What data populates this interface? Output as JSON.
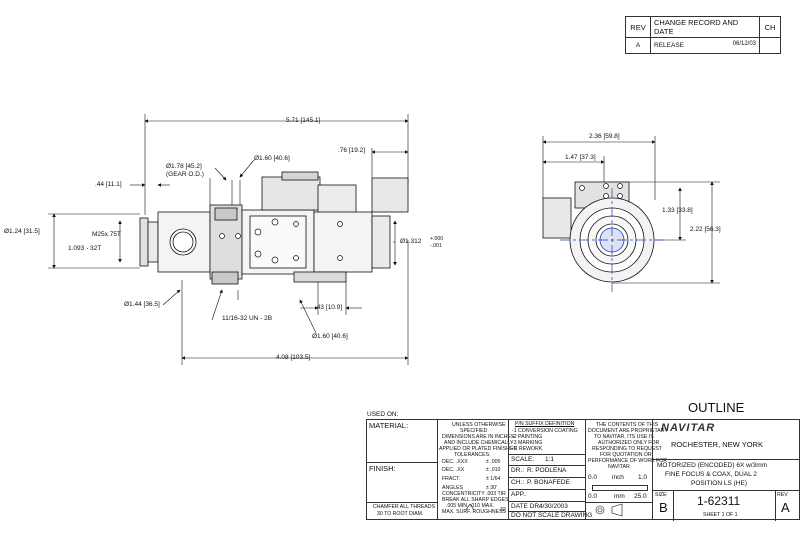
{
  "revision_table": {
    "headers": [
      "REV",
      "CHANGE RECORD AND DATE",
      "CH"
    ],
    "rows": [
      {
        "rev": "A",
        "change": "RELEASE",
        "date": "06/12/03",
        "ch": ""
      }
    ]
  },
  "dimensions": {
    "overall_length": "5.71 [145.1]",
    "gear_od_dia": "Ø1.78 [45.2]",
    "gear_od_label": "(GEAR O.D.)",
    "top_dia": "Ø1.60 [40.6]",
    "dim_076": ".76 [19.2]",
    "dim_044": ".44 [11.1]",
    "left_dia": "Ø1.24 [31.5]",
    "thread_m25": "M25x.75T",
    "thread_1093": "1.093 - 32T",
    "right_dia": "Ø1.312",
    "right_tol_plus": "+.000",
    "right_tol_minus": "-.001",
    "dim_143": "Ø1.44 [36.5]",
    "thread_11_16": "11/16-32 UN - 2B",
    "dim_043": ".43 [10.9]",
    "bottom_dia": "Ø1.60 [40.6]",
    "bottom_length": "4.08 [103.5]",
    "end_width": "2.36 [59.8]",
    "end_147": "1.47 [37.3]",
    "end_133": "1.33 [33.8]",
    "end_222": "2.22 [56.3]"
  },
  "title_block": {
    "used_on": "USED ON:",
    "material": "MATERIAL:",
    "finish": "FINISH:",
    "unless": [
      "UNLESS OTHERWISE",
      "SPECIFIED",
      "DIMENSIONS ARE IN INCHES",
      "AND INCLUDE CHEMICALLY",
      "APPLIED OR PLATED FINISHES"
    ],
    "tolerances": "TOLERANCES:",
    "tol_rows": [
      {
        "k": "DEC. .XXX",
        "v": "± .005"
      },
      {
        "k": "DEC. .XX",
        "v": "± .010"
      },
      {
        "k": "FRACT.",
        "v": "± 1/64"
      },
      {
        "k": "ANGLES",
        "v": "± 30'"
      }
    ],
    "concentricity": "CONCENTRICITY  .003 TIR",
    "break_edges": "BREAK ALL SHARP EDGES",
    "break_edges_val": ".005 MIN. .010 MAX.",
    "max_surf": "MAX. SURF. ROUGHNESS",
    "max_surf_val": "32",
    "chamfer": "CHAMFER ALL THREADS",
    "chamfer_val": "30  TO ROOT DIAM.",
    "pn_suffix": "P/N SUFFIX DEFINITION",
    "pn_items": [
      "-1 CONVERSION COATING",
      "-2 PAINTING",
      "-3 MARKING",
      "-R REWORK"
    ],
    "scale_label": "SCALE:",
    "scale_val": "1:1",
    "dr_label": "DR.:",
    "dr_val": "R. PODLENA",
    "ch_label": "CH.:",
    "ch_val": "P. BONAFEDE",
    "app_label": "APP.:",
    "date_label": "DATE DR.:",
    "date_val": "4/30/2003",
    "no_scale": "DO NOT SCALE DRAWING",
    "proprietary": [
      "THE CONTENTS OF THIS",
      "DOCUMENT ARE PROPRIETARY",
      "TO NAVITAR, ITS USE IS",
      "AUTHORIZED ONLY FOR",
      "RESPONDING TO REQUEST",
      "FOR QUOTATION OR",
      "PERFORMANCE OF WORK FOR",
      "NAVITAR"
    ],
    "inch_scale": {
      "a": "0.0",
      "b": "inch",
      "c": "1.0"
    },
    "mm_scale": {
      "a": "0.0",
      "b": "mm",
      "c": "25.0"
    },
    "drawing_title": "OUTLINE",
    "company": "NAVITAR",
    "location": "ROCHESTER, NEW YORK",
    "description": [
      "MOTORIZED (ENCODED) 6X w/3mm",
      "FINE FOCUS & COAX, DUAL 2",
      "POSITION LS (HE)"
    ],
    "size_label": "SIZE",
    "size_val": "B",
    "dwg_no": "1-62311",
    "rev_label": "REV",
    "rev_val": "A",
    "sheet": "SHEET 1 OF 1"
  }
}
